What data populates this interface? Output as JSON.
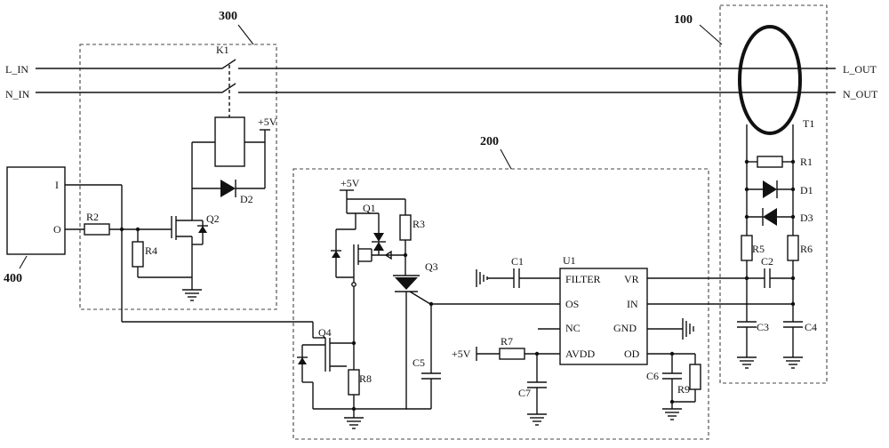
{
  "blocks": {
    "b100": "100",
    "b200": "200",
    "b300": "300",
    "b400": "400"
  },
  "lines": {
    "l_in": "L_IN",
    "n_in": "N_IN",
    "l_out": "L_OUT",
    "n_out": "N_OUT"
  },
  "components": {
    "k1": "K1",
    "d2": "D2",
    "q2": "Q2",
    "r2": "R2",
    "r4": "R4",
    "q1": "Q1",
    "r3": "R3",
    "q3": "Q3",
    "q4": "Q4",
    "r8": "R8",
    "c5": "C5",
    "c1": "C1",
    "u1": "U1",
    "r7": "R7",
    "c7": "C7",
    "c6": "C6",
    "r9": "R9",
    "t1": "T1",
    "r1": "R1",
    "d1": "D1",
    "d3": "D3",
    "r5": "R5",
    "r6": "R6",
    "c2": "C2",
    "c3": "C3",
    "c4": "C4"
  },
  "ports": {
    "in": "I",
    "out": "O"
  },
  "supply": {
    "v5_a": "+5V",
    "v5_b": "+5V",
    "v5_c": "+5V"
  },
  "u1_pins": {
    "filter": "FILTER",
    "os": "OS",
    "nc": "NC",
    "avdd": "AVDD",
    "vr": "VR",
    "in": "IN",
    "gnd": "GND",
    "od": "OD"
  }
}
